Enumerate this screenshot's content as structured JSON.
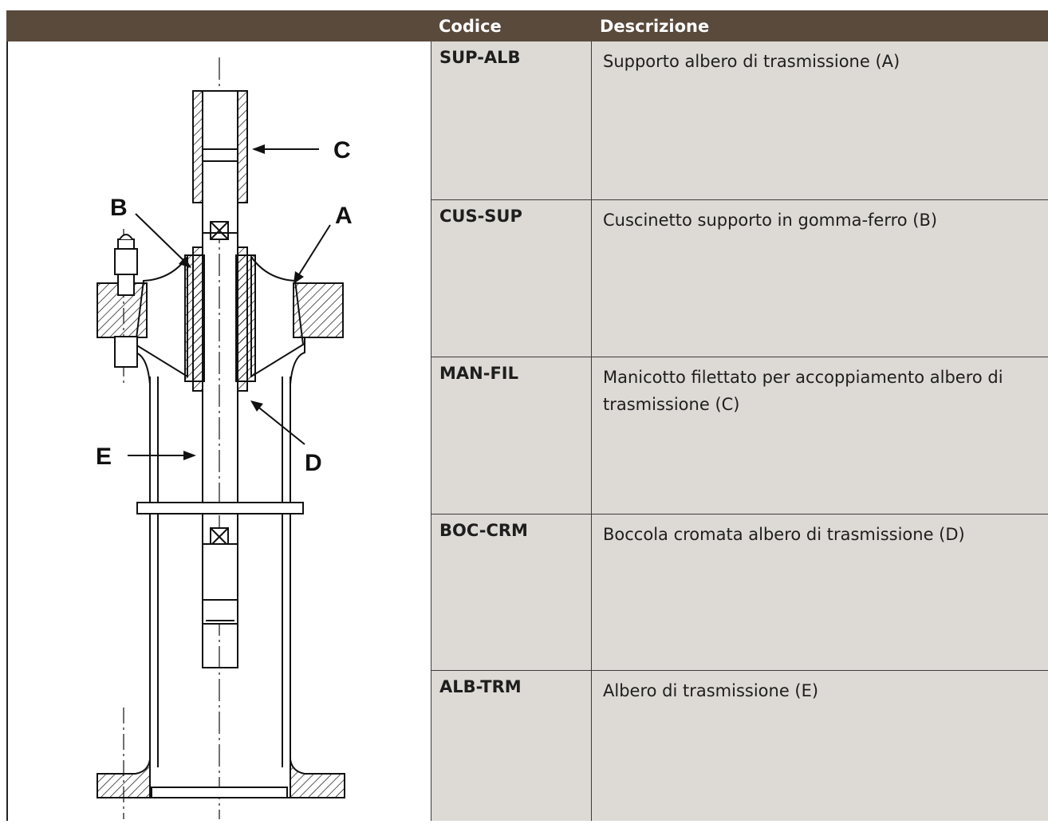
{
  "table": {
    "headers": {
      "code": "Codice",
      "description": "Descrizione"
    },
    "rows": [
      {
        "code": "SUP-ALB",
        "description": "Supporto albero di trasmissione (A)"
      },
      {
        "code": "CUS-SUP",
        "description": "Cuscinetto supporto in gomma-ferro (B)"
      },
      {
        "code": "MAN-FIL",
        "description": "Manicotto filettato per accoppiamento albero di trasmissione (C)"
      },
      {
        "code": "BOC-CRM",
        "description": "Boccola cromata albero di trasmissione (D)"
      },
      {
        "code": "ALB-TRM",
        "description": "Albero di trasmissione (E)"
      }
    ]
  },
  "drawing": {
    "callouts": {
      "a": "A",
      "b": "B",
      "c": "C",
      "d": "D",
      "e": "E"
    }
  }
}
